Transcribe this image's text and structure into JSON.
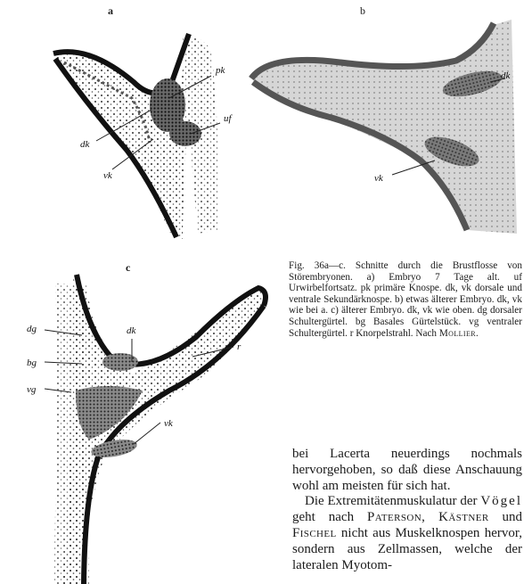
{
  "figures": {
    "a": {
      "letter": "a",
      "labels": {
        "pk": "pk",
        "uf": "uf",
        "dk": "dk",
        "vk": "vk"
      }
    },
    "b": {
      "letter": "b",
      "labels": {
        "dk": "dk",
        "vk": "vk"
      }
    },
    "c": {
      "letter": "c",
      "labels": {
        "dk": "dk",
        "dg": "dg",
        "bg": "bg",
        "vg": "vg",
        "r": "r",
        "vk": "vk"
      }
    }
  },
  "caption": {
    "text": "Fig. 36a—c. Schnitte durch die Brustflosse von Störembryonen. a) Embryo 7 Tage alt. uf Urwirbelfortsatz. pk primäre Knospe. dk, vk dorsale und ventrale Sekundärknospe. b) etwas älterer Embryo. dk, vk wie bei a. c) älterer Embryo. dk, vk wie oben. dg dorsaler Schultergürtel. bg Basales Gürtelstück. vg ventraler Schultergürtel. r Knorpelstrahl. Nach",
    "author": "Mollier."
  },
  "body": {
    "p1": "bei Lacerta neuerdings nochmals hervorgehoben, so daß diese Anschauung wohl am meisten für sich hat.",
    "p2_a": "Die Extremitätenmuskulatur der",
    "p2_vogel": "Vögel",
    "p2_b": "geht nach",
    "p2_name1": "Paterson,",
    "p2_name2": "Kästner",
    "p2_und": "und",
    "p2_name3": "Fischel",
    "p2_c": "nicht aus Muskelknospen hervor, sondern aus Zellmassen, welche der lateralen Myotom-"
  }
}
